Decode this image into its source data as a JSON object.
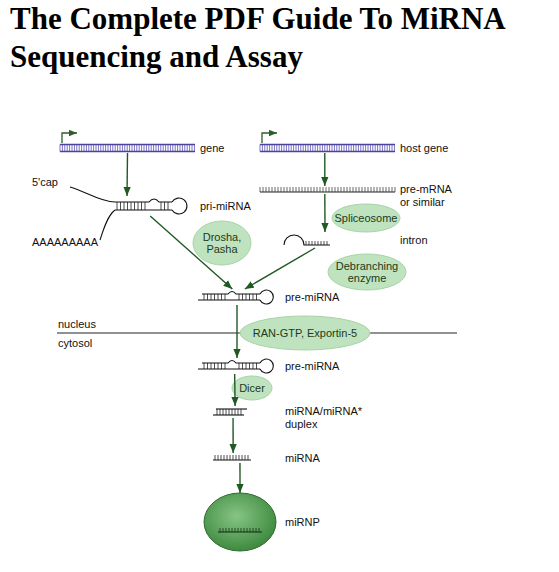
{
  "diagram": {
    "title": "The Complete PDF Guide To MiRNA Sequencing and Assay",
    "nodes": [
      {
        "text": [
          "gene"
        ]
      },
      {
        "text": [
          "host gene"
        ]
      },
      {
        "text": [
          "pri-miRNA"
        ]
      },
      {
        "text": [
          "pre-mRNA or similar"
        ]
      },
      {
        "text": [
          "Spliceosome"
        ]
      },
      {
        "text": [
          "intron"
        ]
      },
      {
        "text": [
          "Drosha, Pasha"
        ]
      },
      {
        "text": [
          "Debranching enzyme"
        ]
      },
      {
        "text": [
          "pre-miRNA"
        ]
      },
      {
        "text": [
          "RAN-GTP, Exportin-5"
        ]
      },
      {
        "text": [
          "pre-miRNA"
        ]
      },
      {
        "text": [
          "Dicer"
        ]
      },
      {
        "text": [
          "miRNA/miRNA* duplex"
        ]
      },
      {
        "text": [
          "miRNA"
        ]
      },
      {
        "text": [
          "miRNP"
        ]
      }
    ],
    "edges": [
      {
        "from": 0,
        "to": 2,
        "arrow": "to"
      },
      {
        "from": 1,
        "to": 3,
        "arrow": "to"
      },
      {
        "from": 3,
        "to": 5,
        "arrow": "to"
      },
      {
        "from": 2,
        "to": 8,
        "arrow": "to"
      },
      {
        "from": 5,
        "to": 8,
        "arrow": "to"
      },
      {
        "from": 8,
        "to": 10,
        "arrow": "to"
      },
      {
        "from": 10,
        "to": 12,
        "arrow": "to"
      },
      {
        "from": 12,
        "to": 13,
        "arrow": "to"
      },
      {
        "from": 13,
        "to": 14,
        "arrow": "to"
      }
    ],
    "labels": [
      "5'cap",
      "AAAAAAAAA",
      "nucleus",
      "cytosol"
    ]
  }
}
